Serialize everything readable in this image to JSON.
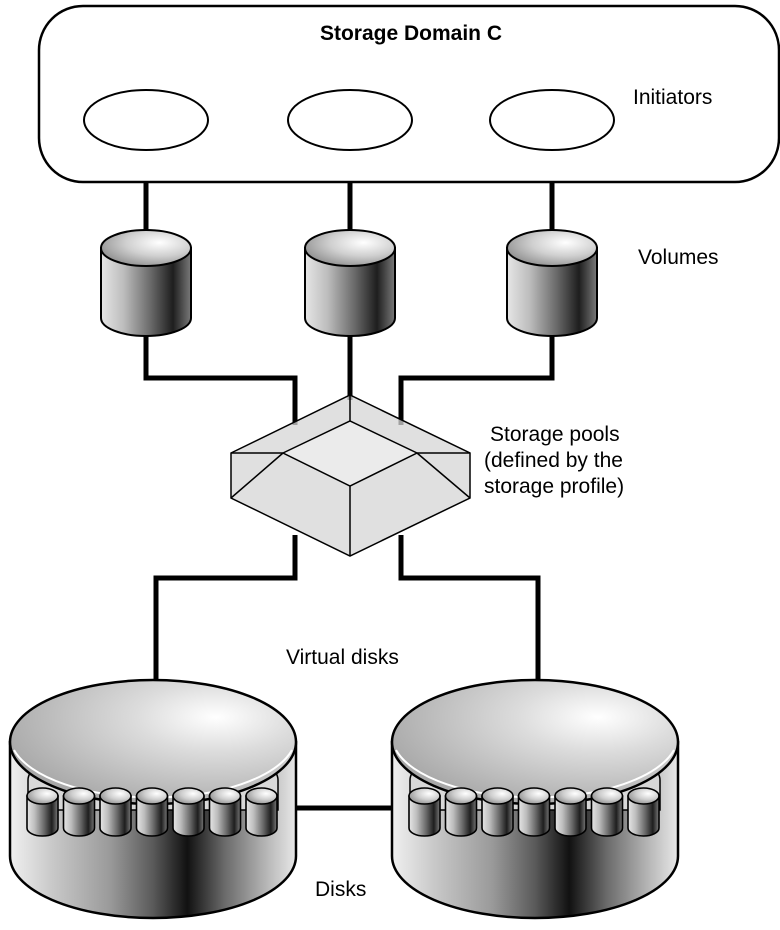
{
  "title": "Storage Domain C",
  "labels": {
    "initiators": "Initiators",
    "volumes": "Volumes",
    "storage_pools_line1": "Storage pools",
    "storage_pools_line2": "(defined by the",
    "storage_pools_line3": "storage profile)",
    "virtual_disks": "Virtual disks",
    "disks": "Disks"
  },
  "counts": {
    "initiators": 3,
    "volumes": 3,
    "disk_arrays": 2,
    "disks_per_array": 7
  },
  "colors": {
    "line": "#000000",
    "pool_fill": "#d6d6d6",
    "pool_top": "#ebebeb"
  }
}
